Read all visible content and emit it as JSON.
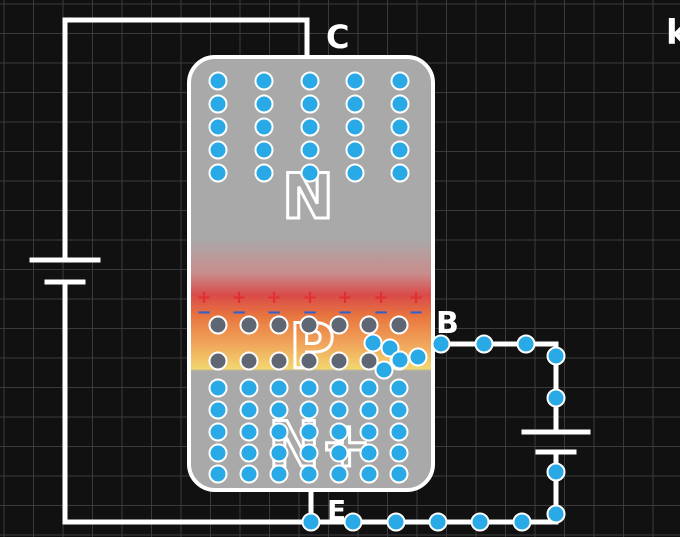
{
  "labels": {
    "collector": "C",
    "base": "B",
    "emitter": "E",
    "region_top": "N",
    "region_middle": "P",
    "region_bottom": "N+",
    "corner_glyph": "k"
  },
  "charges": {
    "plus": "+",
    "minus": "−"
  },
  "colors": {
    "background": "#111111",
    "grid": "#3a3a3a",
    "wire": "#ffffff",
    "body": "#a9a9a9",
    "depletion_red": "#d94a4a",
    "p_region_orange": "#f0a050",
    "p_region_yellow": "#f2d870",
    "electron": "#29a9e6",
    "hole": "#5f6674",
    "plus_sign": "#e03030",
    "minus_sign": "#3060d0"
  }
}
